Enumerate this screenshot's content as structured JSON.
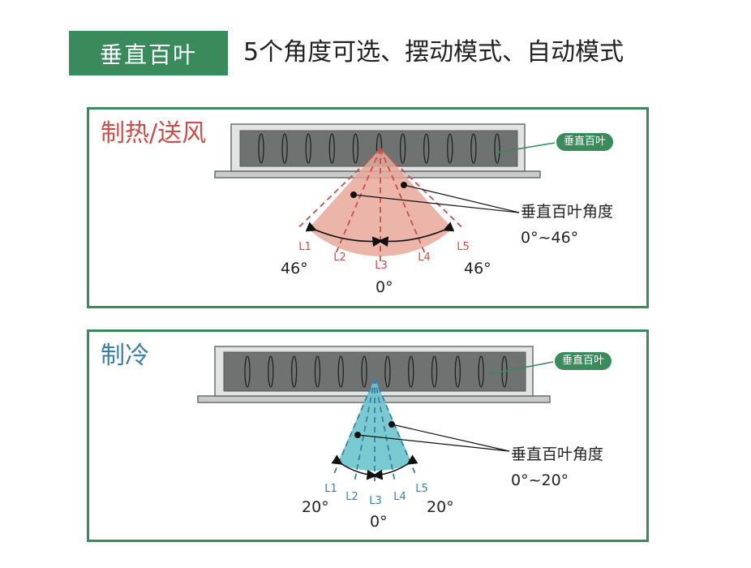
{
  "header": {
    "badge": "垂直百叶",
    "subtitle": "5个角度可选、摆动模式、自动模式"
  },
  "colors": {
    "green": "#3a8a5c",
    "heat": "#c8504b",
    "cool": "#3d7ea6",
    "heat_fill": "#e8a89a",
    "cool_fill": "#6cc4cc",
    "vane_body": "#6e7371"
  },
  "panels": {
    "heat": {
      "title": "制热/送风",
      "vane_tag": "垂直百叶",
      "annotation_title": "垂直百叶角度",
      "annotation_range": "0°~46°",
      "angle_left": "46°",
      "angle_right": "46°",
      "angle_center": "0°",
      "lines": [
        "L1",
        "L2",
        "L3",
        "L4",
        "L5"
      ]
    },
    "cool": {
      "title": "制冷",
      "vane_tag": "垂直百叶",
      "annotation_title": "垂直百叶角度",
      "annotation_range": "0°~20°",
      "angle_left": "20°",
      "angle_right": "20°",
      "angle_center": "0°",
      "lines": [
        "L1",
        "L2",
        "L3",
        "L4",
        "L5"
      ]
    }
  }
}
